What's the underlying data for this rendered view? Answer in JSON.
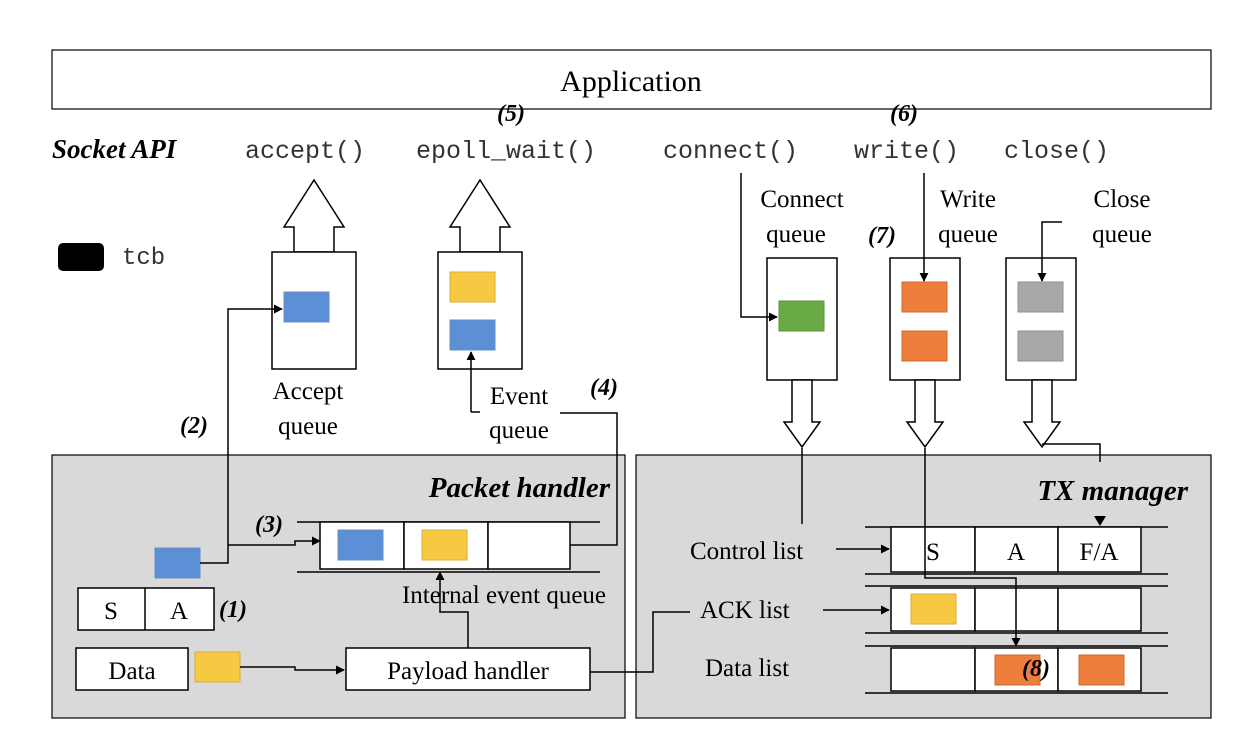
{
  "app": {
    "label": "Application"
  },
  "socket_api": {
    "label": "Socket API",
    "calls": [
      "accept()",
      "epoll_wait()",
      "connect()",
      "write()",
      "close()"
    ]
  },
  "legend": {
    "label": "tcb",
    "color": "#000000"
  },
  "steps": {
    "s1": "(1)",
    "s2": "(2)",
    "s3": "(3)",
    "s4": "(4)",
    "s5": "(5)",
    "s6": "(6)",
    "s7": "(7)",
    "s8": "(8)"
  },
  "queues": {
    "accept": [
      "Accept",
      "queue"
    ],
    "event": [
      "Event",
      "queue"
    ],
    "connect": [
      "Connect",
      "queue"
    ],
    "write": [
      "Write",
      "queue"
    ],
    "close": [
      "Close",
      "queue"
    ]
  },
  "packet_handler": {
    "title": "Packet handler",
    "internal_event_queue": "Internal event queue",
    "payload_handler": "Payload handler",
    "data": "Data",
    "flags": [
      "S",
      "A"
    ]
  },
  "tx_manager": {
    "title": "TX manager",
    "control_list": "Control list",
    "ack_list": "ACK list",
    "data_list": "Data list",
    "control_cells": [
      "S",
      "A",
      "F/A"
    ]
  },
  "colors": {
    "blue": "#5b8fd6",
    "yellow": "#f7c842",
    "green": "#6aaa45",
    "orange": "#ec7f3c",
    "gray": "#a8a8a8",
    "panel": "#d9d9d9"
  }
}
